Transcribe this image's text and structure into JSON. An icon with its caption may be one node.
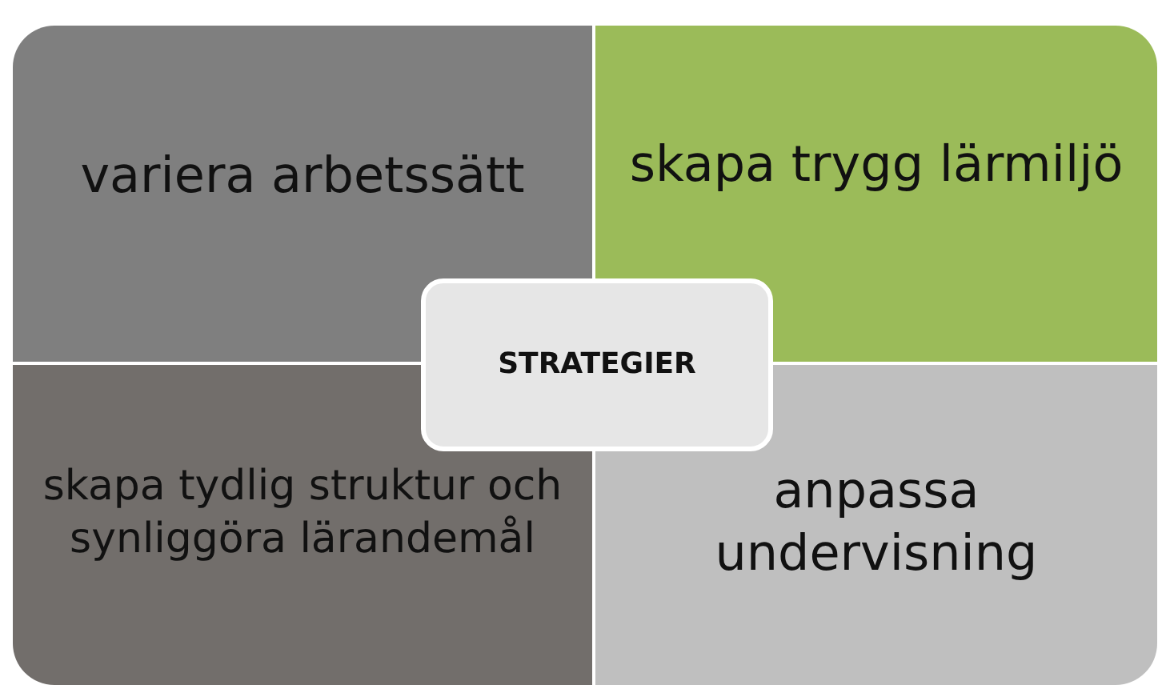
{
  "diagram": {
    "nodes": [
      {
        "text": [
          "variera arbetssätt"
        ]
      },
      {
        "text": [
          "skapa trygg lärmiljö"
        ]
      },
      {
        "text": [
          "skapa tydlig struktur och synliggöra lärandemål"
        ]
      },
      {
        "text": [
          "anpassa undervisning"
        ]
      },
      {
        "text": [
          "STRATEGIER"
        ]
      }
    ]
  }
}
